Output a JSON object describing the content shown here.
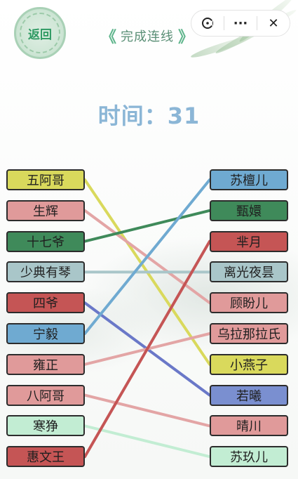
{
  "header": {
    "back_label": "返回",
    "title": "完成连线",
    "title_left_arrow": "《",
    "title_right_arrow": "》",
    "capsule": {
      "more_glyph": "···",
      "close_glyph": "✕"
    }
  },
  "timer": {
    "label": "时间",
    "separator": "：",
    "value": "31"
  },
  "left_items": [
    {
      "label": "五阿哥",
      "color": "#d9d95c"
    },
    {
      "label": "生辉",
      "color": "#e09a9a"
    },
    {
      "label": "十七爷",
      "color": "#3f8a5a"
    },
    {
      "label": "少典有琴",
      "color": "#a9c6c9"
    },
    {
      "label": "四爷",
      "color": "#c55555"
    },
    {
      "label": "宁毅",
      "color": "#6faad1"
    },
    {
      "label": "雍正",
      "color": "#e09a9a"
    },
    {
      "label": "八阿哥",
      "color": "#e09a9a"
    },
    {
      "label": "寒狰",
      "color": "#c2edd3"
    },
    {
      "label": "惠文王",
      "color": "#c55555"
    }
  ],
  "right_items": [
    {
      "label": "苏檀儿",
      "color": "#6faad1"
    },
    {
      "label": "甄嬛",
      "color": "#3f8a5a"
    },
    {
      "label": "芈月",
      "color": "#c55555"
    },
    {
      "label": "离光夜昙",
      "color": "#a9c6c9"
    },
    {
      "label": "顾盼儿",
      "color": "#e09a9a"
    },
    {
      "label": "乌拉那拉氏",
      "color": "#e09a9a"
    },
    {
      "label": "小燕子",
      "color": "#d9d95c"
    },
    {
      "label": "若曦",
      "color": "#7a8fd0"
    },
    {
      "label": "晴川",
      "color": "#e09a9a"
    },
    {
      "label": "苏玖儿",
      "color": "#c2edd3"
    }
  ],
  "connections": [
    {
      "from": 0,
      "to": 6,
      "color": "#d9d95c"
    },
    {
      "from": 1,
      "to": 4,
      "color": "#e3a5a5"
    },
    {
      "from": 2,
      "to": 1,
      "color": "#3f8a5a"
    },
    {
      "from": 3,
      "to": 3,
      "color": "#a9c6c9"
    },
    {
      "from": 4,
      "to": 7,
      "color": "#6a78c8"
    },
    {
      "from": 5,
      "to": 0,
      "color": "#6faad1"
    },
    {
      "from": 6,
      "to": 5,
      "color": "#e3a5a5"
    },
    {
      "from": 7,
      "to": 8,
      "color": "#e3a5a5"
    },
    {
      "from": 8,
      "to": 9,
      "color": "#c2edd3"
    },
    {
      "from": 9,
      "to": 2,
      "color": "#c55555"
    }
  ]
}
